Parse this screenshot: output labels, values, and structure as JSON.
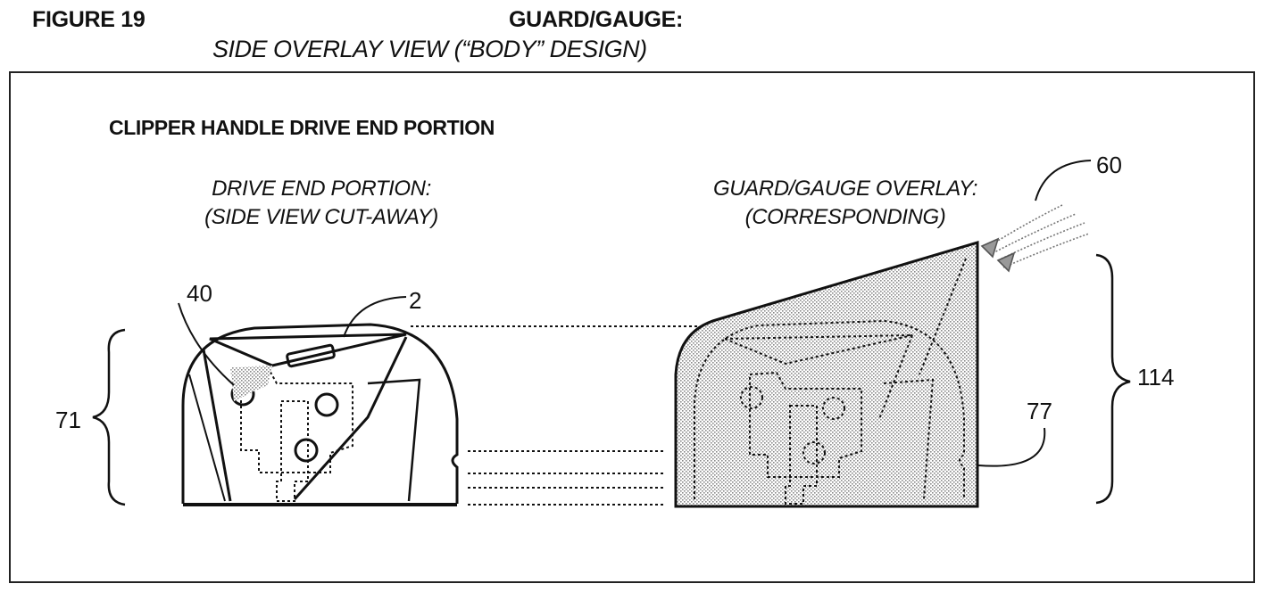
{
  "header": {
    "figure_label": "FIGURE 19",
    "title": "GUARD/GAUGE:",
    "subtitle": "SIDE OVERLAY VIEW (“BODY” DESIGN)"
  },
  "panel": {
    "title": "CLIPPER HANDLE DRIVE END PORTION",
    "left_caption_line1": "DRIVE END PORTION:",
    "left_caption_line2": "(SIDE VIEW CUT-AWAY)",
    "right_caption_line1": "GUARD/GAUGE OVERLAY:",
    "right_caption_line2": "(CORRESPONDING)"
  },
  "labels": {
    "ref_40": "40",
    "ref_2": "2",
    "ref_71": "71",
    "ref_60": "60",
    "ref_114": "114",
    "ref_77": "77"
  },
  "colors": {
    "ink": "#111111",
    "stipple": "#bfbfbf"
  }
}
